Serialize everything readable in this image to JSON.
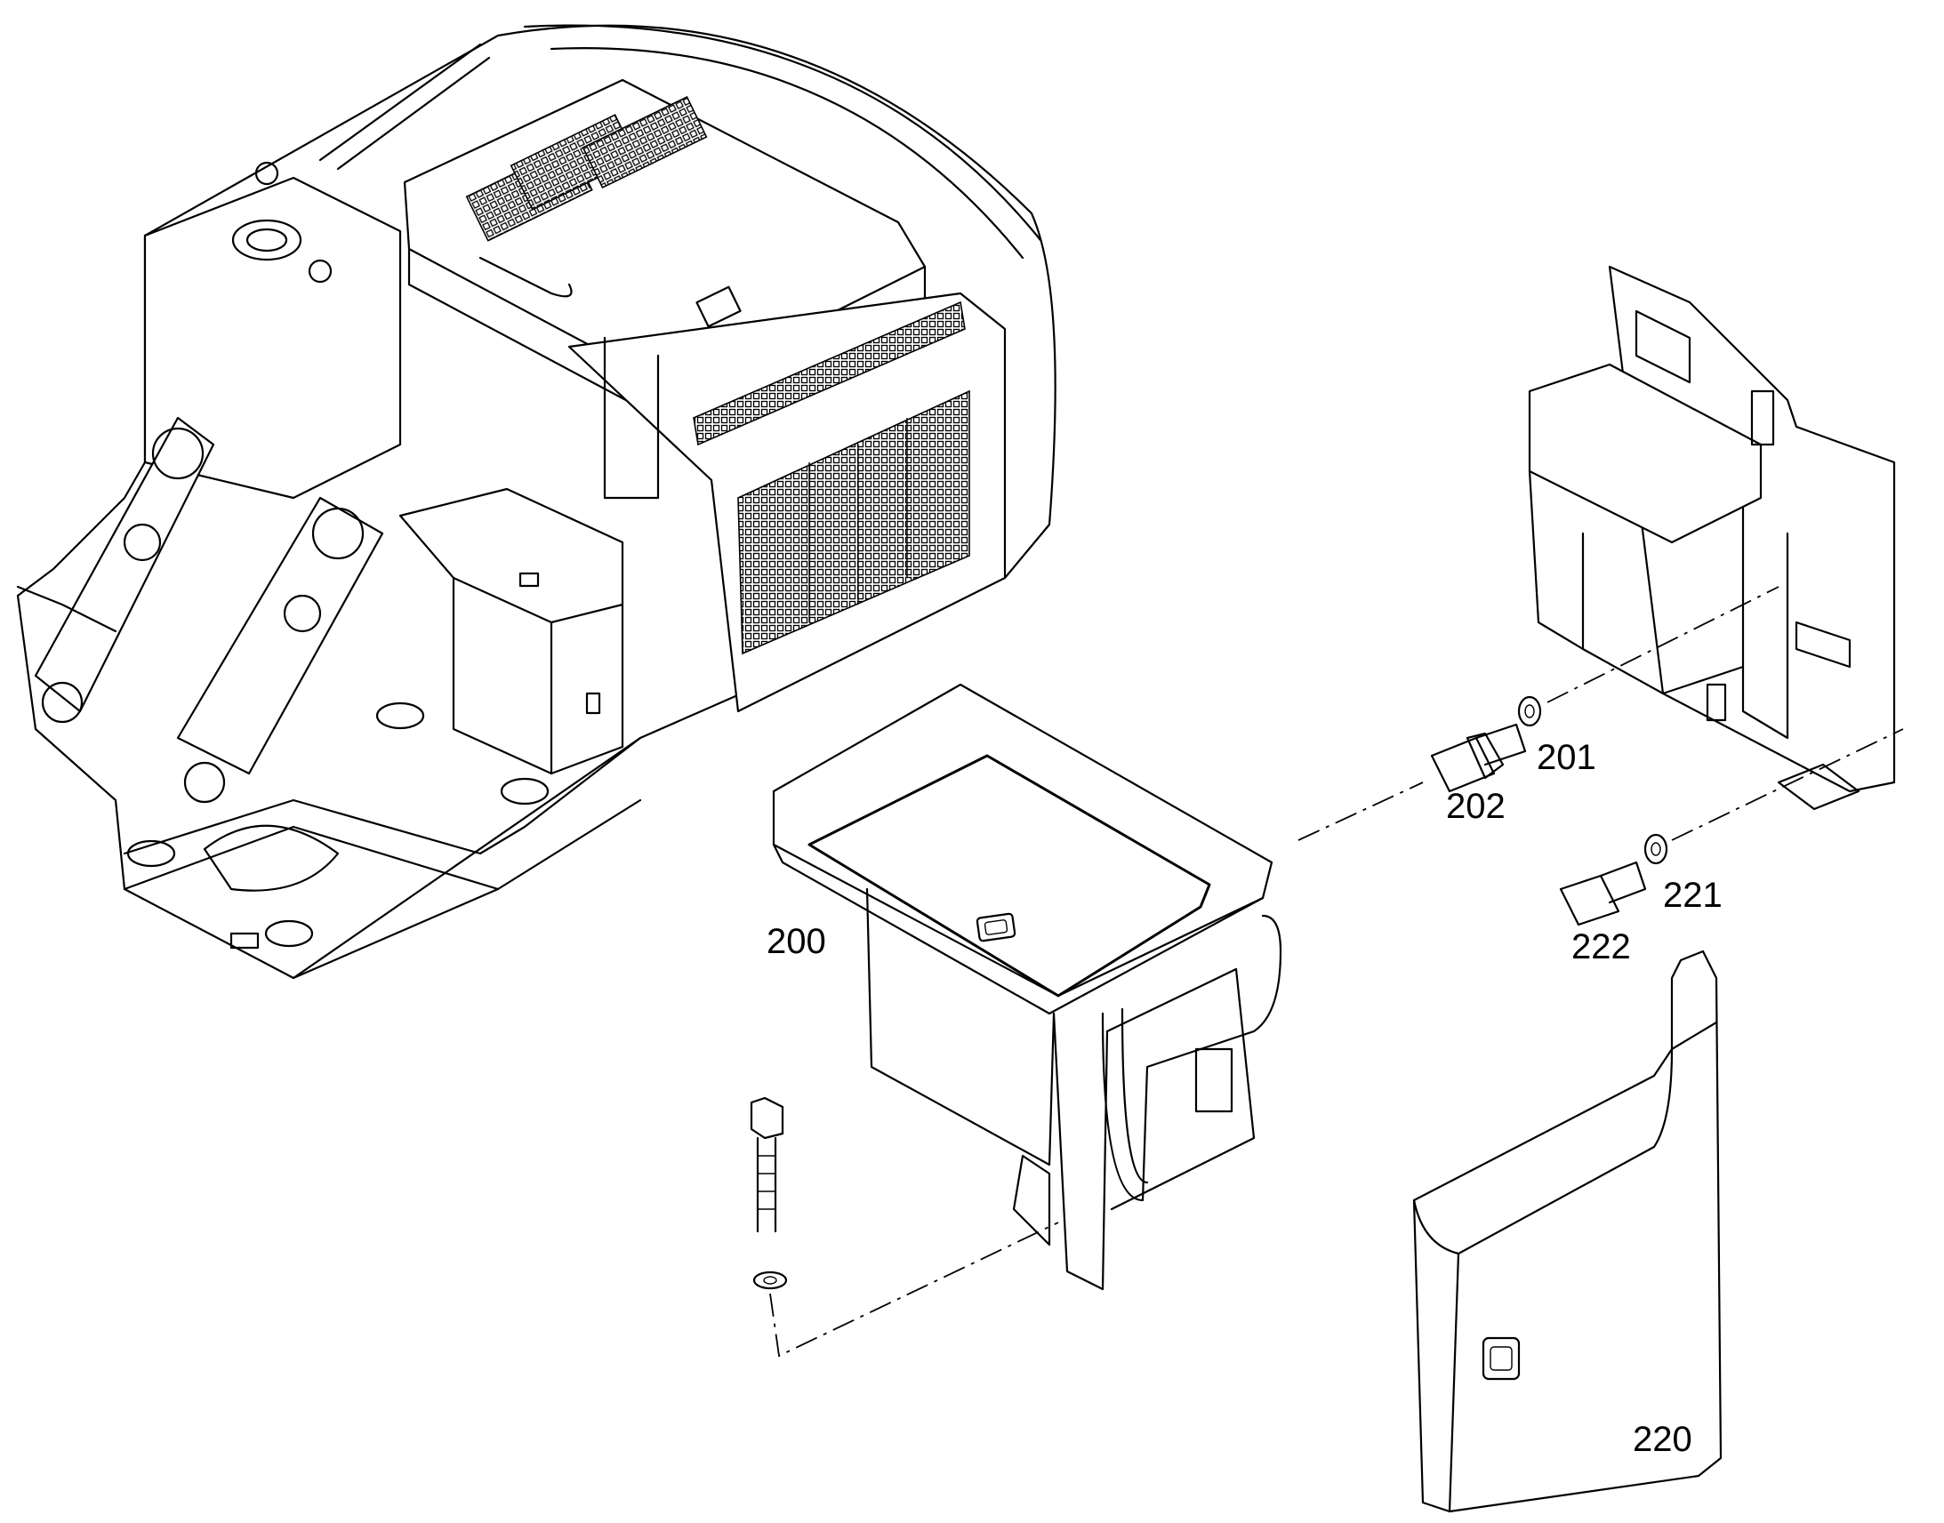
{
  "callouts": {
    "c200": "200",
    "c201": "201",
    "c202": "202",
    "c220": "220",
    "c221": "221",
    "c222": "222"
  }
}
